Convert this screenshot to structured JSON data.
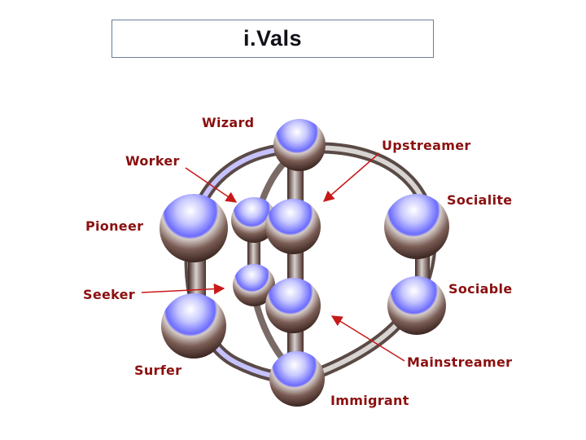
{
  "title": "i.Vals",
  "labels": {
    "wizard": "Wizard",
    "worker": "Worker",
    "upstreamer": "Upstreamer",
    "socialite": "Socialite",
    "pioneer": "Pioneer",
    "sociable": "Sociable",
    "seeker": "Seeker",
    "mainstreamer": "Mainstreamer",
    "surfer": "Surfer",
    "immigrant": "Immigrant"
  },
  "colors": {
    "label": "#8b1010",
    "arrow": "#c81818",
    "sphere_highlight": "#6b6bff",
    "sphere_shadow": "#5a3b33"
  }
}
